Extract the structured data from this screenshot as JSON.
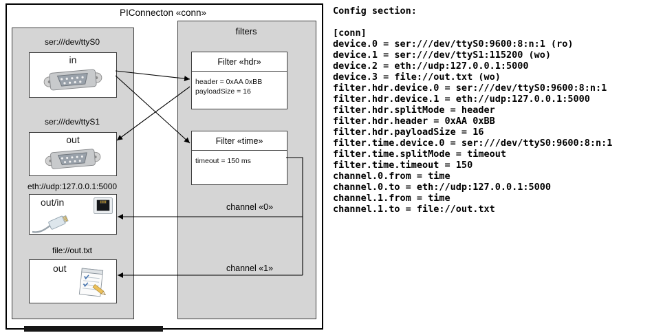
{
  "diagram": {
    "title": "PIConnecton «conn»",
    "devices": [
      {
        "uri": "ser:///dev/ttyS0",
        "mode": "in",
        "icon": "serial-connector-icon"
      },
      {
        "uri": "ser:///dev/ttyS1",
        "mode": "out",
        "icon": "serial-connector-icon"
      },
      {
        "uri": "eth://udp:127.0.0.1:5000",
        "mode": "out/in",
        "icon": "ethernet-jack-icon"
      },
      {
        "uri": "file://out.txt",
        "mode": "out",
        "icon": "document-icon"
      }
    ],
    "filters_panel": {
      "title": "filters",
      "filters": [
        {
          "title": "Filter «hdr»",
          "params": [
            "header = 0xAA 0xBB",
            "payloadSize = 16"
          ]
        },
        {
          "title": "Filter «time»",
          "params": [
            "timeout = 150 ms"
          ]
        }
      ]
    },
    "channels": [
      {
        "label": "channel «0»"
      },
      {
        "label": "channel «1»"
      }
    ]
  },
  "config": {
    "heading": "Config section:",
    "lines": [
      "[conn]",
      "device.0 = ser:///dev/ttyS0:9600:8:n:1 (ro)",
      "device.1 = ser:///dev/ttyS1:115200 (wo)",
      "device.2 = eth://udp:127.0.0.1:5000",
      "device.3 = file://out.txt (wo)",
      "filter.hdr.device.0 = ser:///dev/ttyS0:9600:8:n:1",
      "filter.hdr.device.1 = eth://udp:127.0.0.1:5000",
      "filter.hdr.splitMode = header",
      "filter.hdr.header = 0xAA 0xBB",
      "filter.hdr.payloadSize = 16",
      "filter.time.device.0 = ser:///dev/ttyS0:9600:8:n:1",
      "filter.time.splitMode = timeout",
      "filter.time.timeout = 150",
      "channel.0.from = time",
      "channel.0.to = eth://udp:127.0.0.1:5000",
      "channel.1.from = time",
      "channel.1.to = file://out.txt"
    ]
  },
  "colors": {
    "panel_gray": "#d5d5d5",
    "box_white": "#ffffff",
    "line_black": "#000000"
  }
}
